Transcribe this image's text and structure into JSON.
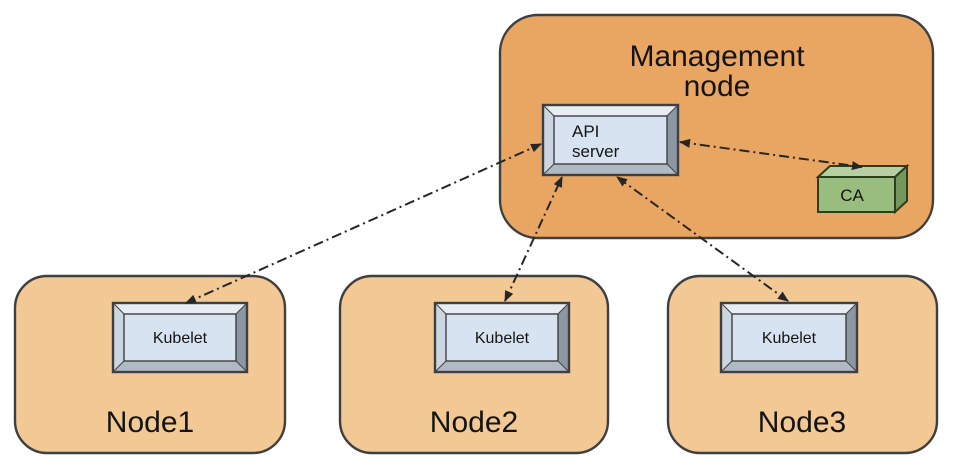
{
  "colors": {
    "management_fill": "#E9A662",
    "node_fill": "#F2C894",
    "box_face_fill": "#D7E3F0",
    "ca_front_fill": "#98BD7E",
    "ca_top_fill": "#B7D0A3",
    "ca_side_fill": "#74985C",
    "arrow_color": "#262626"
  },
  "management_node": {
    "label": "Management node",
    "line1": "Management",
    "line2": "node"
  },
  "api_server": {
    "label": "API server",
    "line1": "API",
    "line2": "server"
  },
  "ca": {
    "label": "CA"
  },
  "nodes": [
    {
      "label": "Node1",
      "component": "Kubelet"
    },
    {
      "label": "Node2",
      "component": "Kubelet"
    },
    {
      "label": "Node3",
      "component": "Kubelet"
    }
  ],
  "connections": [
    {
      "from": "API server",
      "to": "Kubelet (Node1)",
      "style": "dash-dot",
      "bidirectional": true
    },
    {
      "from": "API server",
      "to": "Kubelet (Node2)",
      "style": "dash-dot",
      "bidirectional": true
    },
    {
      "from": "API server",
      "to": "Kubelet (Node3)",
      "style": "dash-dot",
      "bidirectional": true
    },
    {
      "from": "API server",
      "to": "CA",
      "style": "dash-dot",
      "bidirectional": true
    }
  ]
}
